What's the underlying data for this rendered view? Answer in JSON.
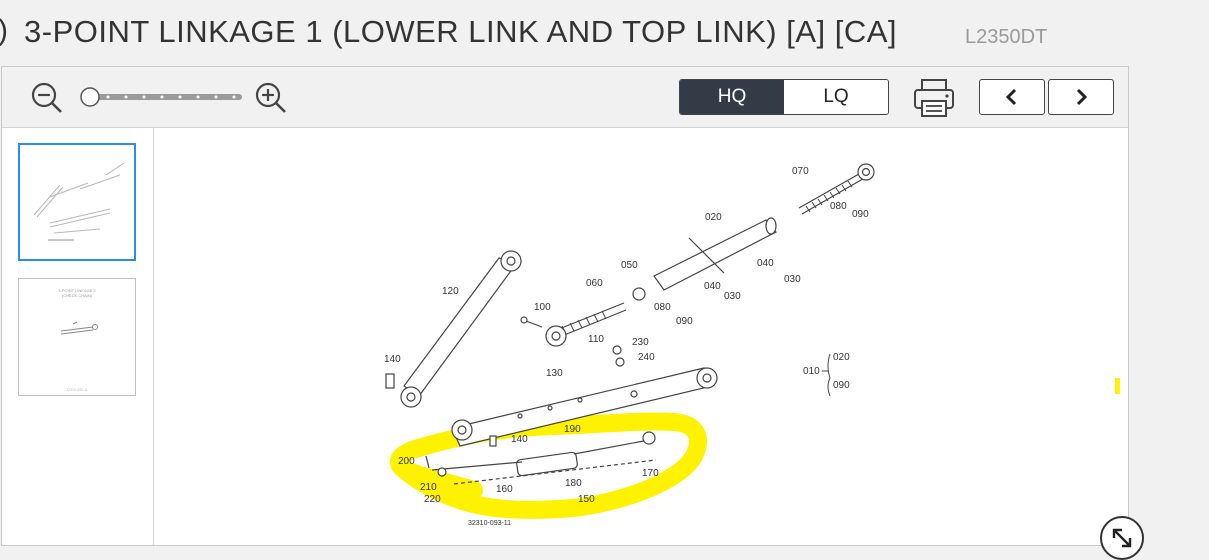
{
  "header": {
    "paren": ")",
    "title": "3-POINT LINKAGE 1 (LOWER LINK AND TOP LINK) [A] [CA]",
    "model": "L2350DT"
  },
  "toolbar": {
    "quality_hq": "HQ",
    "quality_lq": "LQ",
    "active_quality": "HQ",
    "zoom_level": 0
  },
  "diagram": {
    "drawing_number": "32310-093-11",
    "callouts": [
      "070",
      "080",
      "090",
      "020",
      "040",
      "030",
      "050",
      "060",
      "040",
      "030",
      "080",
      "090",
      "120",
      "100",
      "110",
      "230",
      "240",
      "140",
      "130",
      "140",
      "190",
      "200",
      "160",
      "180",
      "170",
      "210",
      "220",
      "150",
      "010",
      "020",
      "090"
    ],
    "highlight_color": "#fff200"
  },
  "thumb2": {
    "lines": [
      "3-POINT LINKAGE 2",
      "(CHECK CHAIN)"
    ],
    "code": "32310-093-11"
  }
}
